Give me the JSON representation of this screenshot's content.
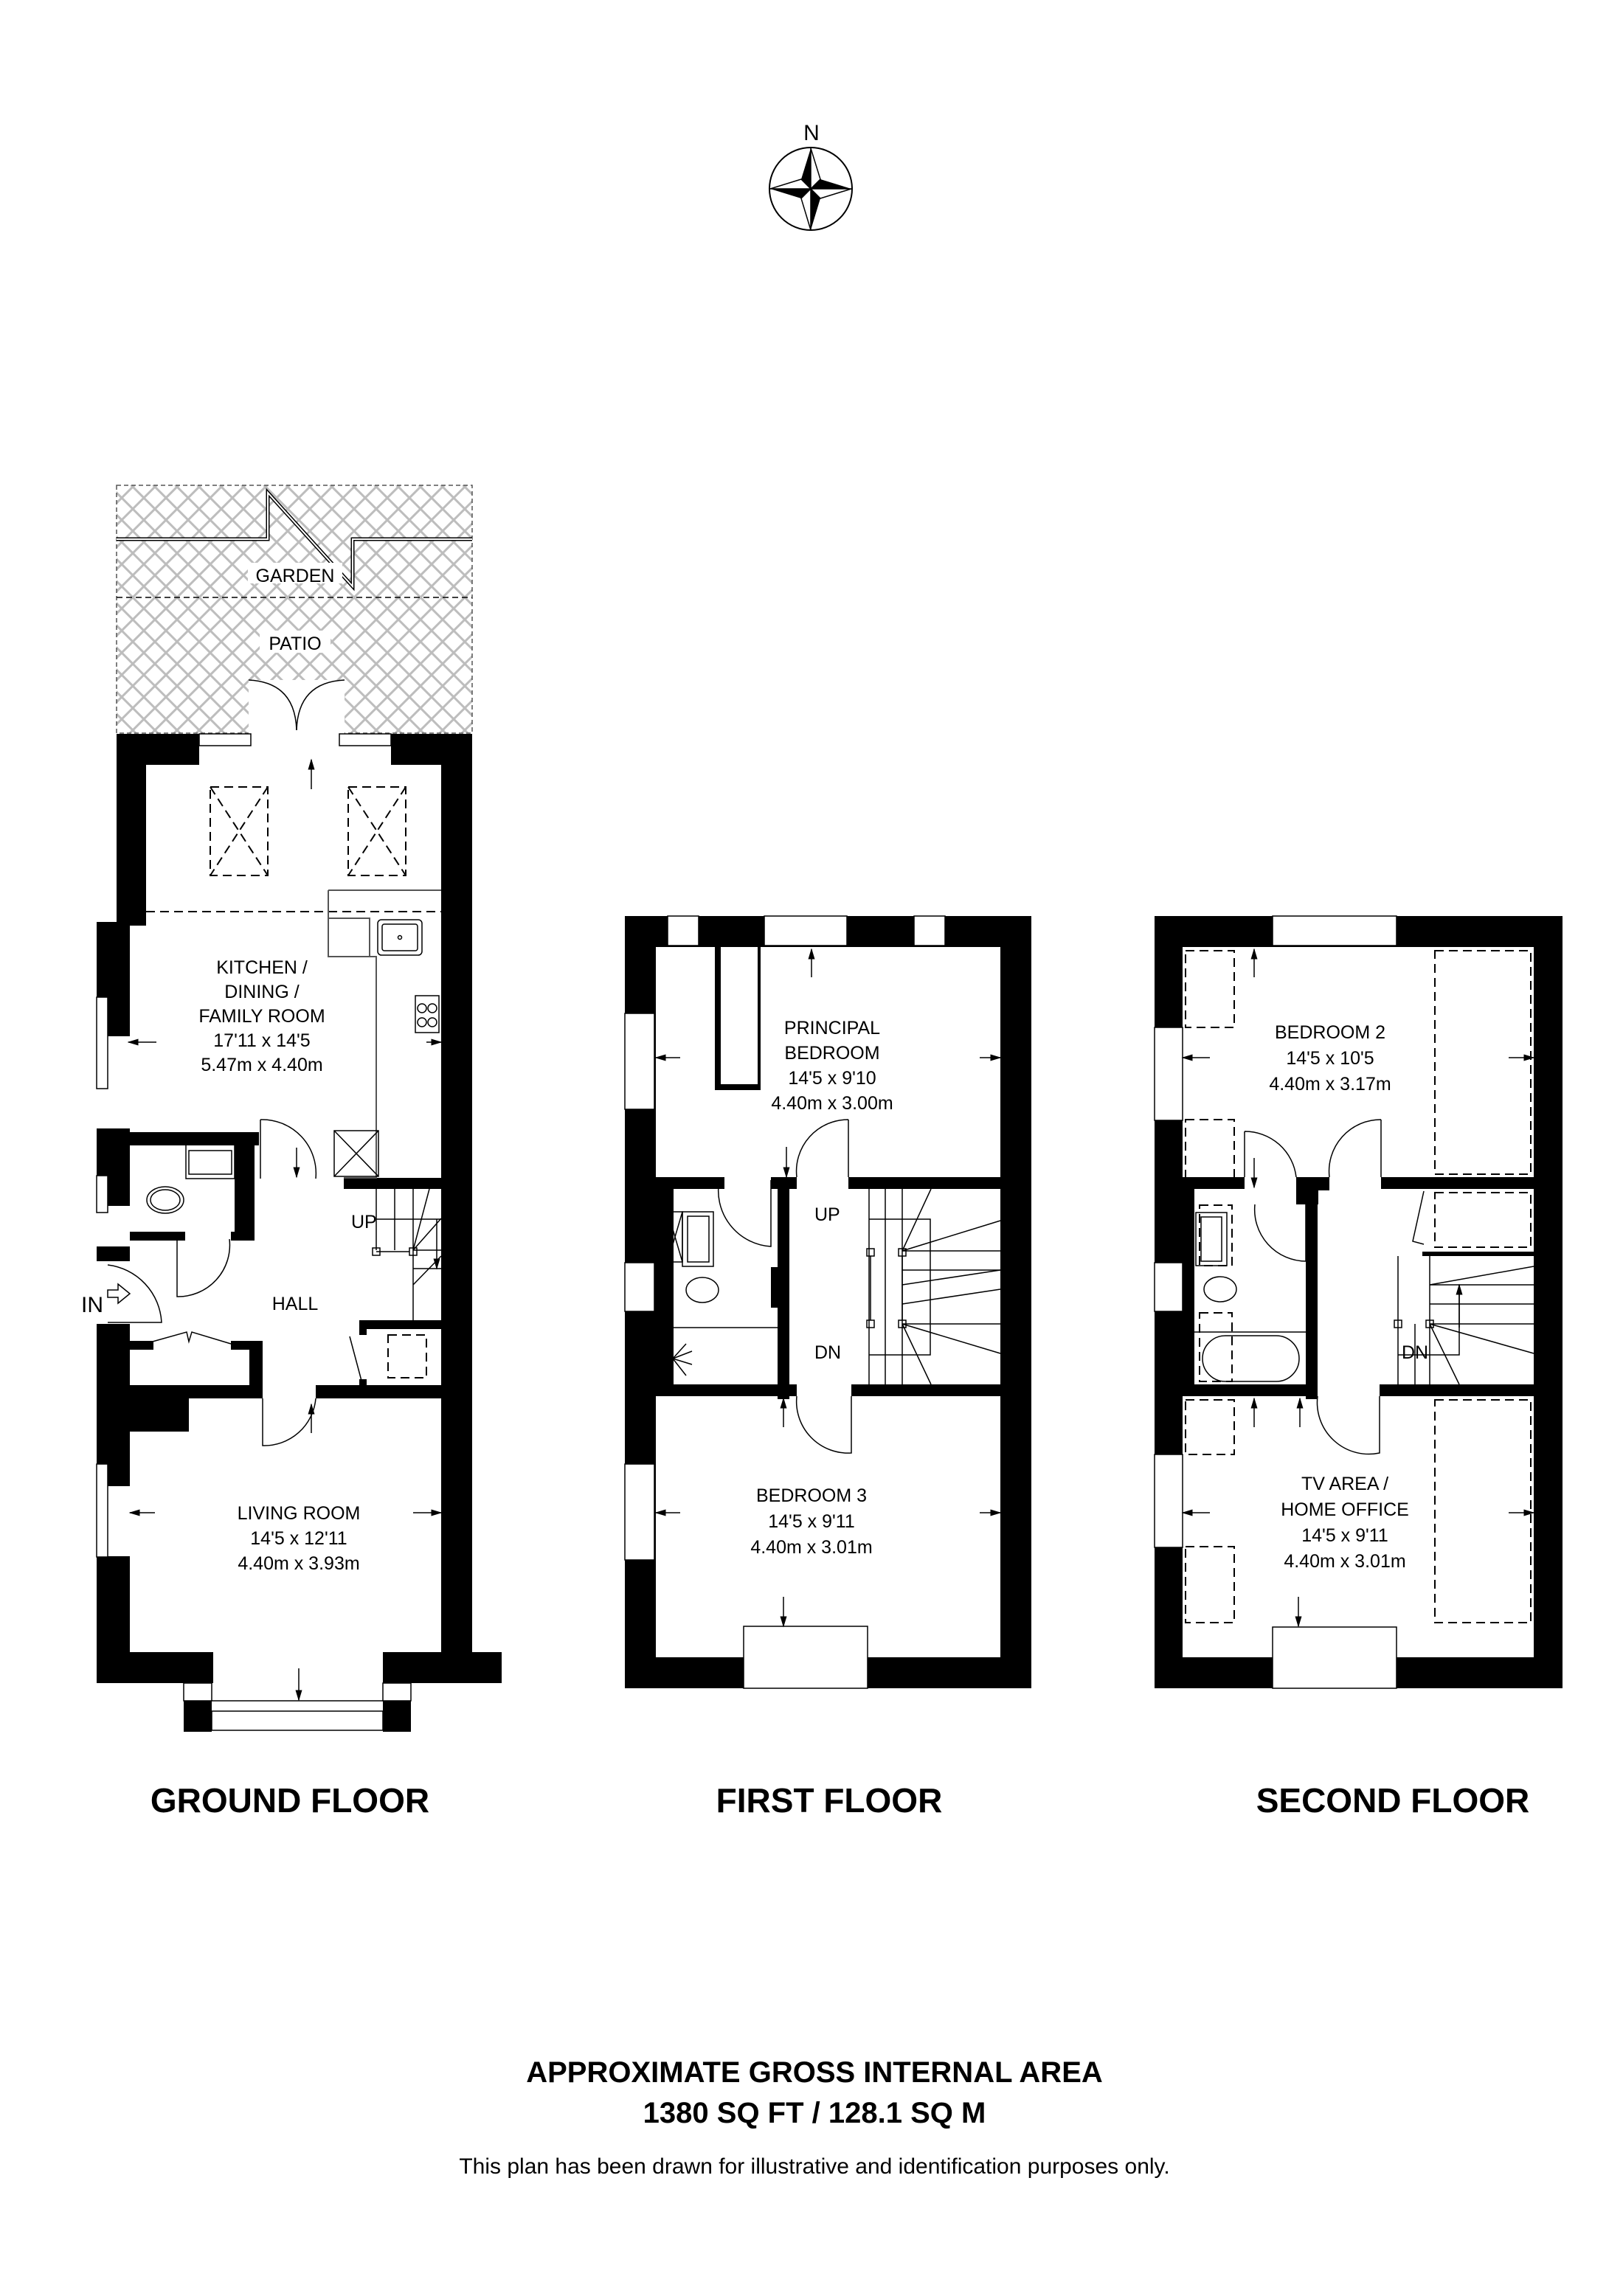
{
  "compass": {
    "north_label": "N",
    "icon": "compass-rose-icon"
  },
  "ground_floor": {
    "title": "GROUND FLOOR",
    "outdoor": {
      "garden": "GARDEN",
      "patio": "PATIO"
    },
    "entrance_label": "IN",
    "stairs_label": "UP",
    "rooms": {
      "kitchen": {
        "name_lines": [
          "KITCHEN /",
          "DINING /",
          "FAMILY ROOM"
        ],
        "imperial": "17'11 x 14'5",
        "metric": "5.47m x 4.40m"
      },
      "hall": {
        "name": "HALL"
      },
      "living": {
        "name": "LIVING ROOM",
        "imperial": "14'5 x 12'11",
        "metric": "4.40m x 3.93m"
      }
    }
  },
  "first_floor": {
    "title": "FIRST FLOOR",
    "stairs_up_label": "UP",
    "stairs_down_label": "DN",
    "rooms": {
      "principal": {
        "name_lines": [
          "PRINCIPAL",
          "BEDROOM"
        ],
        "imperial": "14'5 x 9'10",
        "metric": "4.40m x 3.00m"
      },
      "bedroom3": {
        "name": "BEDROOM 3",
        "imperial": "14'5 x 9'11",
        "metric": "4.40m x 3.01m"
      }
    }
  },
  "second_floor": {
    "title": "SECOND FLOOR",
    "stairs_down_label": "DN",
    "rooms": {
      "bedroom2": {
        "name": "BEDROOM 2",
        "imperial": "14'5 x 10'5",
        "metric": "4.40m x 3.17m"
      },
      "tv": {
        "name_lines": [
          "TV AREA /",
          "HOME OFFICE"
        ],
        "imperial": "14'5 x 9'11",
        "metric": "4.40m x 3.01m"
      }
    }
  },
  "area": {
    "title": "APPROXIMATE GROSS INTERNAL AREA",
    "value": "1380 SQ FT / 128.1 SQ M"
  },
  "disclaimer": "This plan has been drawn for illustrative and identification purposes only."
}
